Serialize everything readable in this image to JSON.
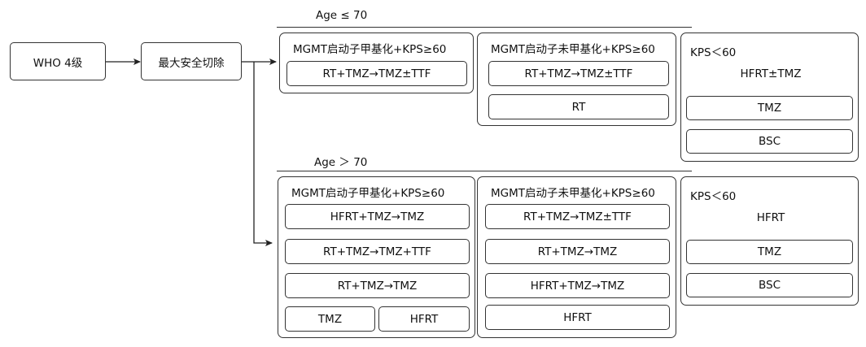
{
  "who": "WHO 4级",
  "resection": "最大安全切除",
  "age_le70": {
    "label": "Age ≤ 70",
    "methylated": {
      "title": "MGMT启动子甲基化+KPS≥60",
      "items": [
        "RT+TMZ→TMZ±TTF"
      ]
    },
    "unmethylated": {
      "title": "MGMT启动子未甲基化+KPS≥60",
      "items": [
        "RT+TMZ→TMZ±TTF",
        "RT"
      ]
    },
    "kps_low": {
      "title": "KPS＜60",
      "subtitle": "HFRT±TMZ",
      "items": [
        "TMZ",
        "BSC"
      ]
    }
  },
  "age_gt70": {
    "label": "Age ＞ 70",
    "methylated": {
      "title": "MGMT启动子甲基化+KPS≥60",
      "items": [
        "HFRT+TMZ→TMZ",
        "RT+TMZ→TMZ+TTF",
        "RT+TMZ→TMZ",
        "TMZ",
        "HFRT"
      ]
    },
    "unmethylated": {
      "title": "MGMT启动子未甲基化+KPS≥60",
      "items": [
        "RT+TMZ→TMZ±TTF",
        "RT+TMZ→TMZ",
        "HFRT+TMZ→TMZ",
        "HFRT"
      ]
    },
    "kps_low": {
      "title": "KPS＜60",
      "subtitle": "HFRT",
      "items": [
        "TMZ",
        "BSC"
      ]
    }
  }
}
